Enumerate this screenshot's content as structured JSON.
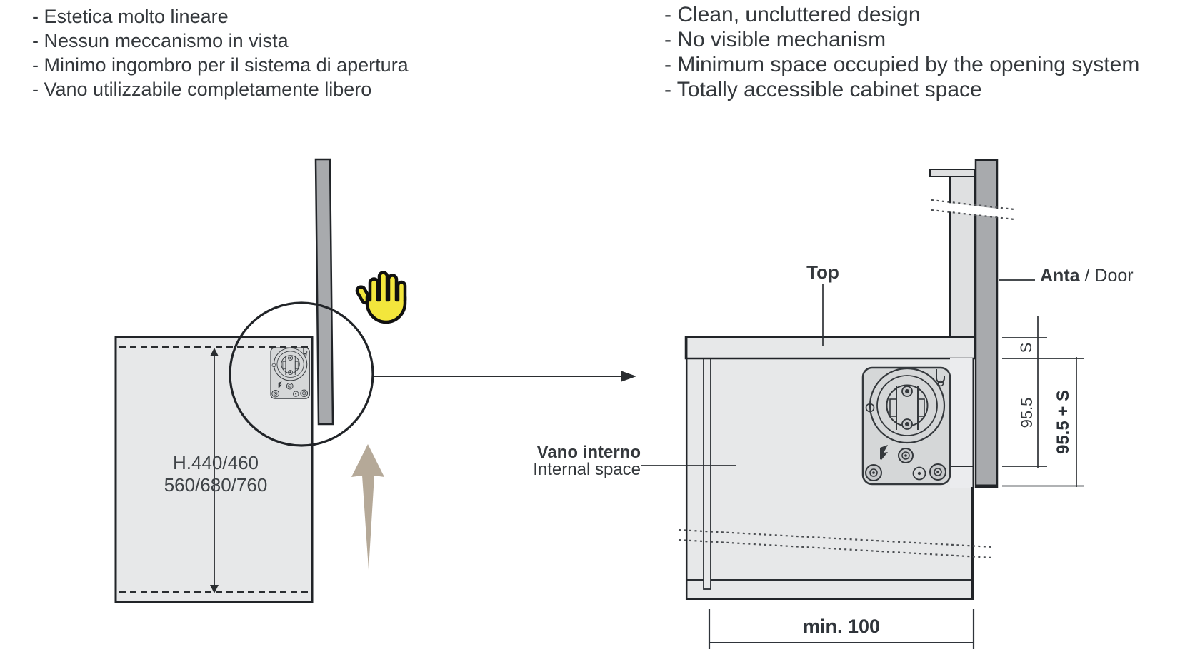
{
  "features": {
    "italian": [
      "- Estetica molto lineare",
      "- Nessun meccanismo in vista",
      "- Minimo ingombro per il sistema di apertura",
      "- Vano utilizzabile completamente libero"
    ],
    "english": [
      "- Clean, uncluttered design",
      "- No visible mechanism",
      "- Minimum space occupied by the opening system",
      "- Totally accessible cabinet space"
    ]
  },
  "left_diagram": {
    "cabinet_heights_line1": "H.440/460",
    "cabinet_heights_line2": "560/680/760",
    "hand_icon": "open-hand-push",
    "lift_arrow_icon": "upward-opening-arrow"
  },
  "right_diagram": {
    "top_label": "Top",
    "door_label_it": "Anta",
    "door_label_en": " / Door",
    "internal_space_it": "Vano interno",
    "internal_space_en": "Internal space",
    "dims": {
      "panel_thickness": "S",
      "mechanism_height": "95.5",
      "overall_height": "95.5 + S",
      "min_depth": "min. 100"
    }
  },
  "colors": {
    "cabinet_fill": "#e7e8e9",
    "door_fill": "#a8aaad",
    "outline": "#212428",
    "plate_fill": "#d5d7d8",
    "hand_yellow": "#f3e63c",
    "arrow_tan": "#b5a998",
    "text": "#3a3e42"
  }
}
